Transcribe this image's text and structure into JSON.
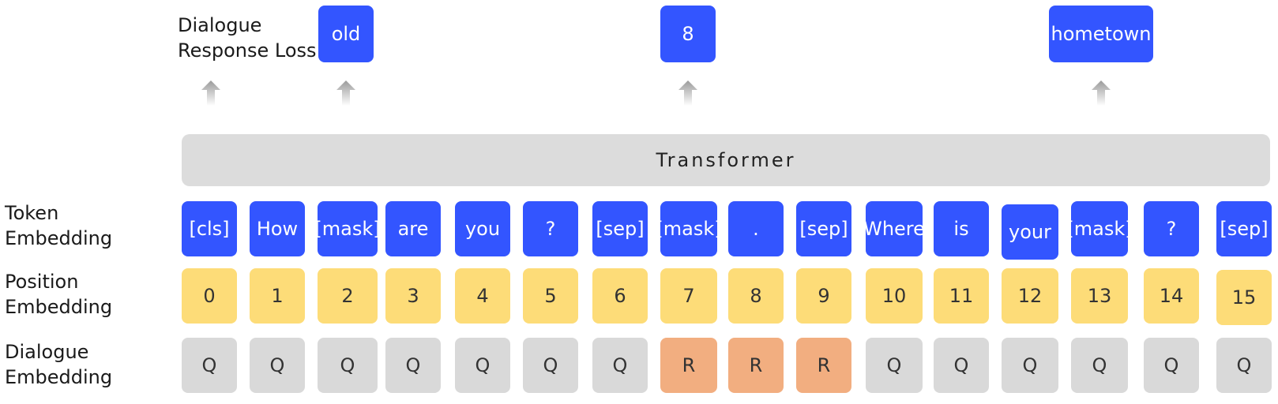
{
  "loss_label": "Dialogue\nResponse Loss",
  "outputs": [
    "old",
    "8",
    "hometown"
  ],
  "transformer_label": "Transformer",
  "row_labels": {
    "token": "Token\nEmbedding",
    "position": "Position\nEmbedding",
    "dialogue": "Dialogue\nEmbedding"
  },
  "tokens": [
    "[cls]",
    "How",
    "[mask]",
    "are",
    "you",
    "?",
    "[sep]",
    "[mask]",
    ".",
    "[sep]",
    "Where",
    "is",
    "your",
    "[mask]",
    "?",
    "[sep]"
  ],
  "positions": [
    "0",
    "1",
    "2",
    "3",
    "4",
    "5",
    "6",
    "7",
    "8",
    "9",
    "10",
    "11",
    "12",
    "13",
    "14",
    "15"
  ],
  "dialogue": [
    "Q",
    "Q",
    "Q",
    "Q",
    "Q",
    "Q",
    "Q",
    "R",
    "R",
    "R",
    "Q",
    "Q",
    "Q",
    "Q",
    "Q",
    "Q"
  ],
  "colors": {
    "token": "#3355ff",
    "position": "#fddc78",
    "query": "#d9d9d9",
    "response": "#f2ae80",
    "transformer": "#dcdcdc"
  }
}
